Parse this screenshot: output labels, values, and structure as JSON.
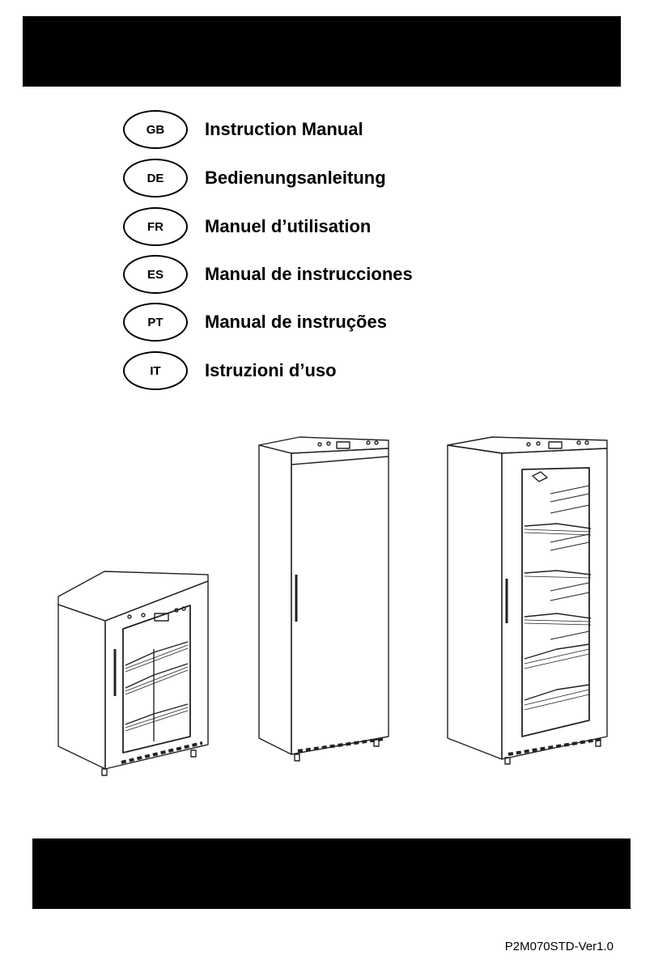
{
  "languages": [
    {
      "code": "GB",
      "title": "Instruction Manual"
    },
    {
      "code": "DE",
      "title": "Bedienungsanleitung"
    },
    {
      "code": "FR",
      "title": "Manuel d’utilisation"
    },
    {
      "code": "ES",
      "title": "Manual de instrucciones"
    },
    {
      "code": "PT",
      "title": "Manual de instruções"
    },
    {
      "code": "IT",
      "title": "Istruzioni d’uso"
    }
  ],
  "document_code": "P2M070STD-Ver1.0",
  "illustration": {
    "items": [
      "undercounter-glass-door-fridge",
      "tall-solid-door-fridge",
      "tall-glass-door-fridge"
    ]
  }
}
